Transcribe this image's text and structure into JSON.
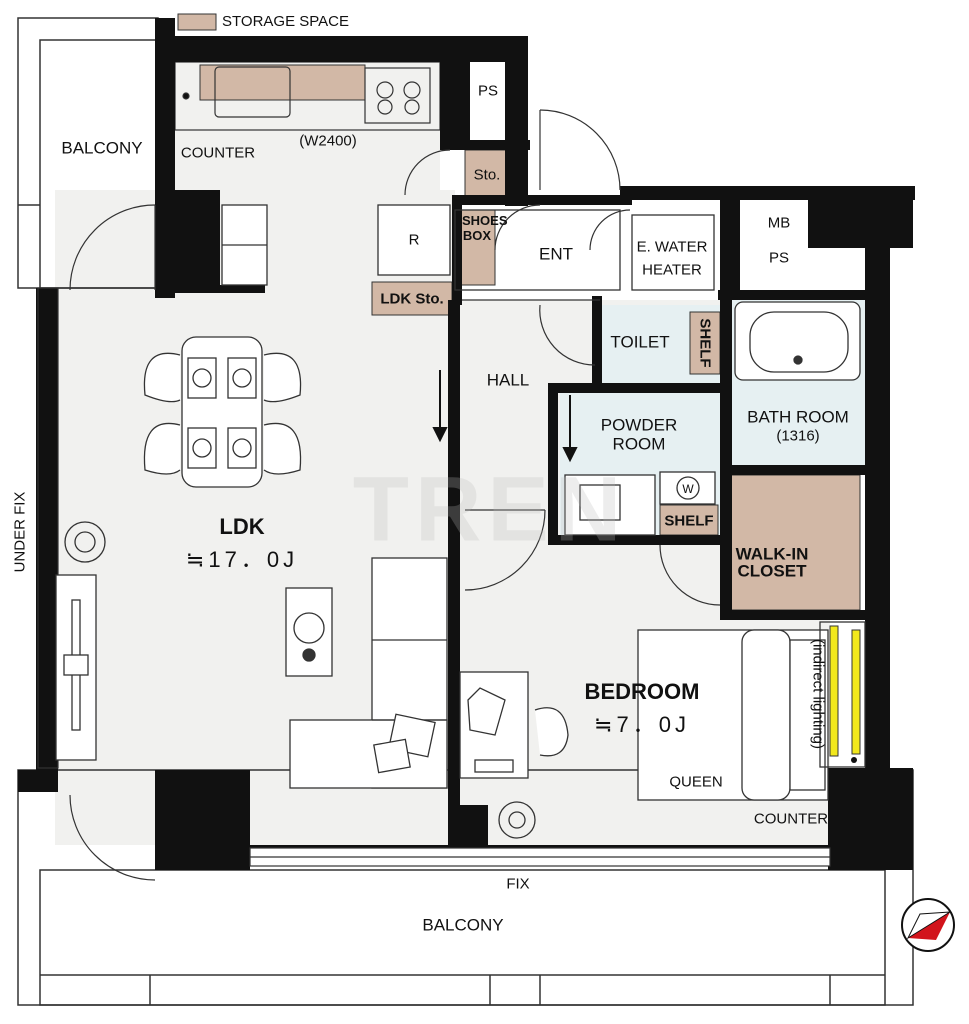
{
  "legend": {
    "storage_label": "STORAGE SPACE",
    "storage_color": "#d2b8a6"
  },
  "colors": {
    "wall": "#111111",
    "floor": "#f1f1ef",
    "wet": "#e6f0f2",
    "storage": "#d2b8a6",
    "lighting": "#f2e81c",
    "compass_red": "#d2141c"
  },
  "watermark": "TREN",
  "rooms": {
    "ldk": {
      "name": "LDK",
      "area": "≒17．0J"
    },
    "bedroom": {
      "name": "BEDROOM",
      "area": "≒7．0J"
    },
    "hall": "HALL",
    "ent": "ENT",
    "toilet": "TOILET",
    "powder_room": [
      "POWDER",
      "ROOM"
    ],
    "bath_room": [
      "BATH ROOM",
      "(1316)"
    ],
    "walk_in_closet": [
      "WALK-IN",
      "CLOSET"
    ],
    "balcony_left": "BALCONY",
    "balcony_bottom": "BALCONY"
  },
  "fixtures": {
    "counter_kitchen": "COUNTER",
    "kitchen_width": "(W2400)",
    "counter_bedroom": "COUNTER",
    "ps_top": "PS",
    "sto": "Sto.",
    "shoes_box": "SHOES BOX",
    "ldk_sto": "LDK Sto.",
    "mb": "MB",
    "ps_mb": "PS",
    "water_heater": [
      "E. WATER",
      "HEATER"
    ],
    "shelf_toilet": "SHELF",
    "shelf_powder": "SHELF",
    "fridge_mark": "R",
    "washer_mark": "W",
    "queen": "QUEEN",
    "indirect_lighting": "(indirect lighting)",
    "under_fix": "UNDER FIX",
    "fix": "FIX"
  }
}
